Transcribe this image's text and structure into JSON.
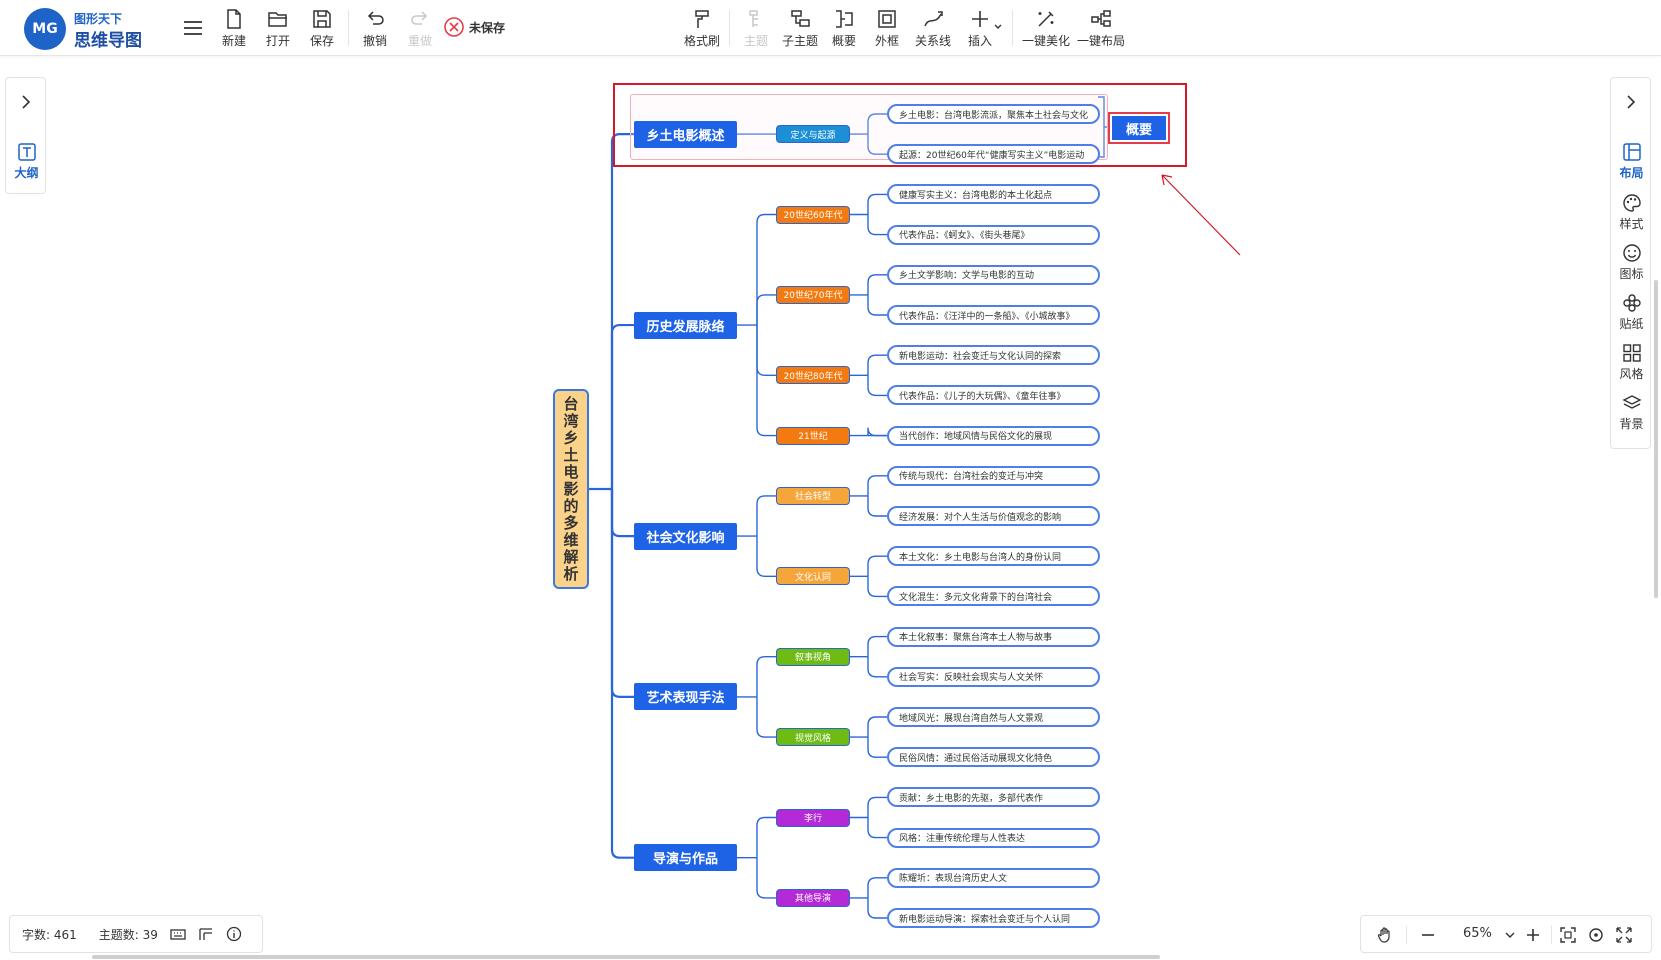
{
  "app": {
    "logo_mark": "MG",
    "logo_subtitle": "图形天下",
    "logo_title": "思维导图",
    "unsaved": "未保存"
  },
  "toolbar": {
    "new": "新建",
    "open": "打开",
    "save": "保存",
    "undo": "撤销",
    "redo": "重做",
    "format_painter": "格式刷",
    "topic": "主题",
    "subtopic": "子主题",
    "summary": "概要",
    "frame": "外框",
    "relation": "关系线",
    "insert": "插入",
    "beautify": "一键美化",
    "auto_layout": "一键布局"
  },
  "left_panel": {
    "outline": "大纲"
  },
  "right_panel": {
    "layout": "布局",
    "style": "样式",
    "icon": "图标",
    "sticker": "贴纸",
    "theme": "风格",
    "background": "背景"
  },
  "status": {
    "word_count": "字数: 461",
    "topic_count": "主题数: 39",
    "zoom": "65%"
  },
  "mindmap": {
    "root": "台湾乡土电影的多维解析",
    "summary": "概要",
    "topics": [
      {
        "label": "乡土电影概述",
        "children": [
          {
            "label": "定义与起源",
            "color": "#1c8fd6",
            "leaves": [
              "乡土电影：台湾电影流派，聚焦本土社会与文化",
              "起源：20世纪60年代“健康写实主义”电影运动"
            ]
          }
        ]
      },
      {
        "label": "历史发展脉络",
        "children": [
          {
            "label": "20世纪60年代",
            "color": "#f37a10",
            "leaves": [
              "健康写实主义：台湾电影的本土化起点",
              "代表作品：《蚵女》、《街头巷尾》"
            ]
          },
          {
            "label": "20世纪70年代",
            "color": "#f37a10",
            "leaves": [
              "乡土文学影响：文学与电影的互动",
              "代表作品：《汪洋中的一条船》、《小城故事》"
            ]
          },
          {
            "label": "20世纪80年代",
            "color": "#f37a10",
            "leaves": [
              "新电影运动：社会变迁与文化认同的探索",
              "代表作品：《儿子的大玩偶》、《童年往事》"
            ]
          },
          {
            "label": "21世纪",
            "color": "#f37a10",
            "leaves": [
              "当代创作：地域风情与民俗文化的展现"
            ]
          }
        ]
      },
      {
        "label": "社会文化影响",
        "children": [
          {
            "label": "社会转型",
            "color": "#f6a53a",
            "leaves": [
              "传统与现代：台湾社会的变迁与冲突",
              "经济发展：对个人生活与价值观念的影响"
            ]
          },
          {
            "label": "文化认同",
            "color": "#f6a53a",
            "leaves": [
              "本土文化：乡土电影与台湾人的身份认同",
              "文化混生：多元文化背景下的台湾社会"
            ]
          }
        ]
      },
      {
        "label": "艺术表现手法",
        "children": [
          {
            "label": "叙事视角",
            "color": "#6dbb13",
            "leaves": [
              "本土化叙事：聚焦台湾本土人物与故事",
              "社会写实：反映社会现实与人文关怀"
            ]
          },
          {
            "label": "视觉风格",
            "color": "#6dbb13",
            "leaves": [
              "地域风光：展现台湾自然与人文景观",
              "民俗风情：通过民俗活动展现文化特色"
            ]
          }
        ]
      },
      {
        "label": "导演与作品",
        "children": [
          {
            "label": "李行",
            "color": "#b32ad6",
            "leaves": [
              "贡献：乡土电影的先驱，多部代表作",
              "风格：注重传统伦理与人性表达"
            ]
          },
          {
            "label": "其他导演",
            "color": "#b32ad6",
            "leaves": [
              "陈耀圻：表现台湾历史人文",
              "新电影运动导演：探索社会变迁与个人认同"
            ]
          }
        ]
      }
    ]
  }
}
